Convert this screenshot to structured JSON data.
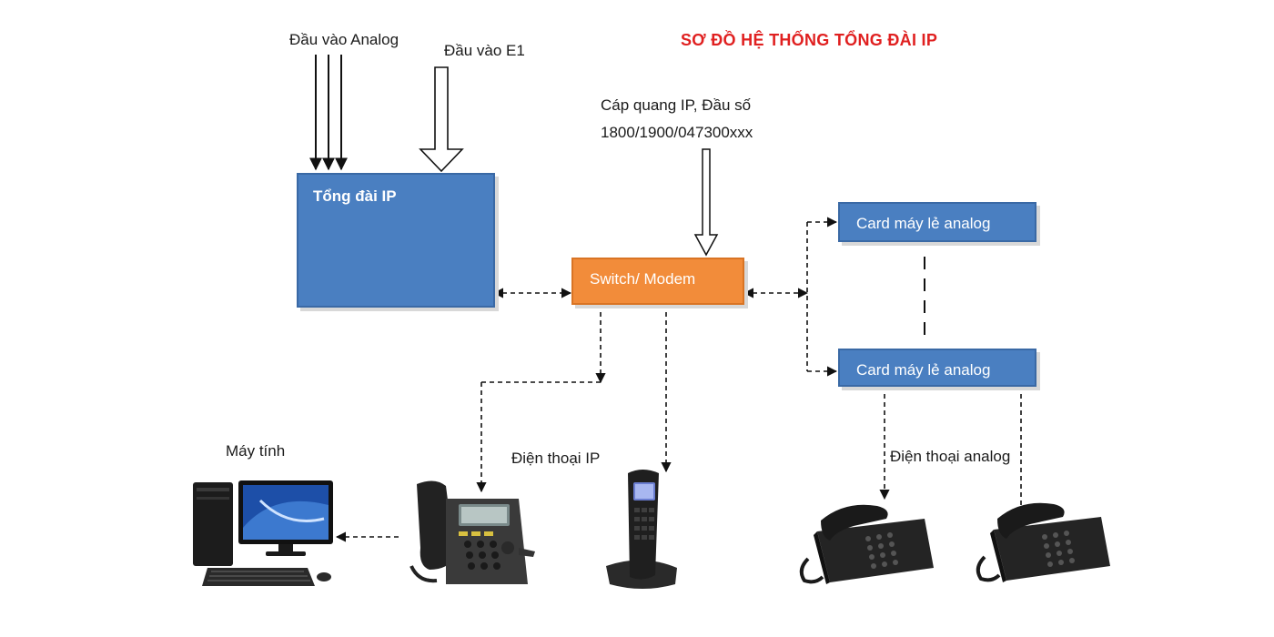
{
  "title": "SƠ ĐỒ HỆ THỐNG TỔNG ĐÀI IP",
  "inputs": {
    "analog": "Đầu vào Analog",
    "e1": "Đầu vào E1",
    "fiber_line1": "Cáp quang IP, Đầu số",
    "fiber_line2": "1800/1900/047300xxx"
  },
  "boxes": {
    "pbx": "Tổng đài IP",
    "switch": "Switch/ Modem",
    "card_top": "Card máy lẻ analog",
    "card_bottom": "Card máy lẻ analog"
  },
  "labels": {
    "computer": "Máy tính",
    "ip_phone": "Điện thoại IP",
    "analog_phone": "Điện thoại analog"
  },
  "colors": {
    "title": "#e02020",
    "blue_box": "#4a7fc1",
    "orange_box": "#f28c3a"
  },
  "icons": [
    "desktop-computer-icon",
    "ip-desk-phone-icon",
    "cordless-phone-icon",
    "analog-phone-icon"
  ]
}
